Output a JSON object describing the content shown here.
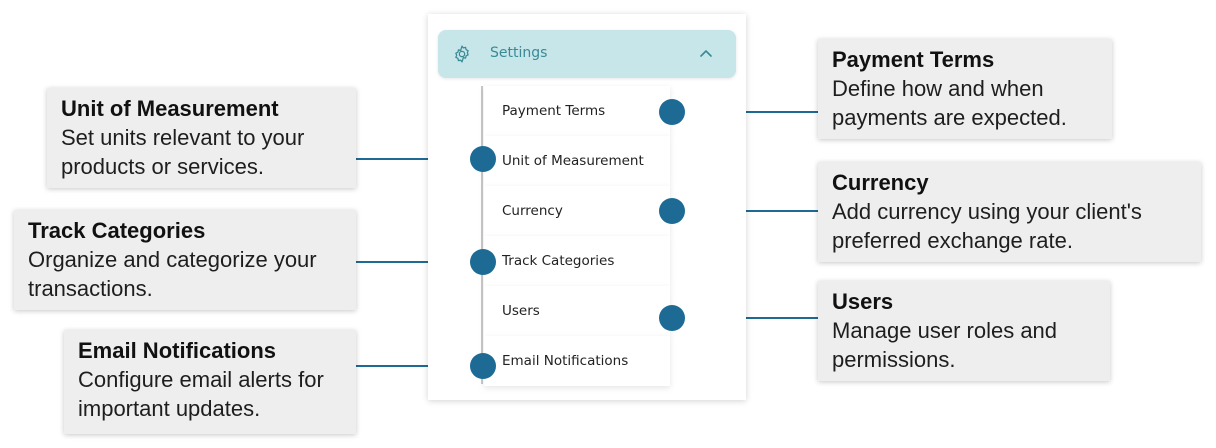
{
  "settings": {
    "label": "Settings",
    "icon": "gear-icon",
    "expanded_icon": "chevron-up-icon"
  },
  "menu": {
    "items": [
      {
        "label": "Payment Terms"
      },
      {
        "label": "Unit of Measurement"
      },
      {
        "label": "Currency"
      },
      {
        "label": "Track Categories"
      },
      {
        "label": "Users"
      },
      {
        "label": "Email Notifications"
      }
    ]
  },
  "callouts": {
    "payment_terms": {
      "title": "Payment Terms",
      "desc": "Define how and when payments are expected."
    },
    "unit_of_measurement": {
      "title": "Unit of Measurement",
      "desc": "Set units relevant to your products or services."
    },
    "currency": {
      "title": "Currency",
      "desc": "Add currency using your client's preferred exchange rate."
    },
    "track_categories": {
      "title": "Track Categories",
      "desc": "Organize and categorize your transactions."
    },
    "users": {
      "title": "Users",
      "desc": "Manage user roles and permissions."
    },
    "email_notifications": {
      "title": "Email Notifications",
      "desc": "Configure email alerts for important updates."
    }
  },
  "colors": {
    "accent": "#1d6b95",
    "header_bg": "#c6e6e9",
    "header_text": "#3a8a96",
    "callout_bg": "#eeeeee"
  }
}
